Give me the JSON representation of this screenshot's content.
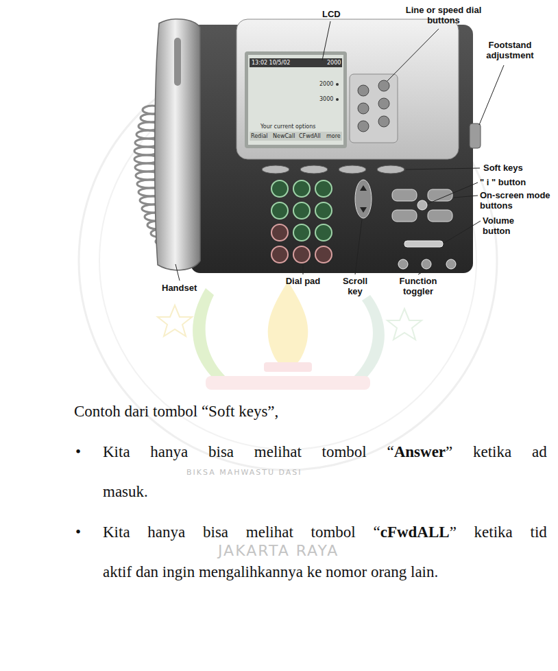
{
  "diagram": {
    "labels": [
      "LCD",
      "Line or speed dial buttons",
      "Footstand adjustment",
      "Soft keys",
      "\" i \" button",
      "On-screen mode buttons",
      "Volume button",
      "Handset",
      "Dial pad",
      "Scroll key",
      "Function toggler",
      "13:02 10/5/02",
      "2000",
      "2000",
      "3000",
      "Your current options",
      "Redial",
      "NewCall",
      "CFwdAll",
      "more",
      "Contoh dari tombol “Soft keys”,",
      "•",
      "Kita hanya bisa melihat tombol “",
      "Answer",
      "” ketika ad",
      "masuk.",
      "•",
      "Kita hanya bisa melihat tombol “",
      "cFwdALL",
      "” ketika tid",
      "aktif dan ingin mengalihkannya ke nomor orang lain.",
      "BIKSA MAHWASTU DASI",
      "JAKARTA RAYA"
    ]
  }
}
